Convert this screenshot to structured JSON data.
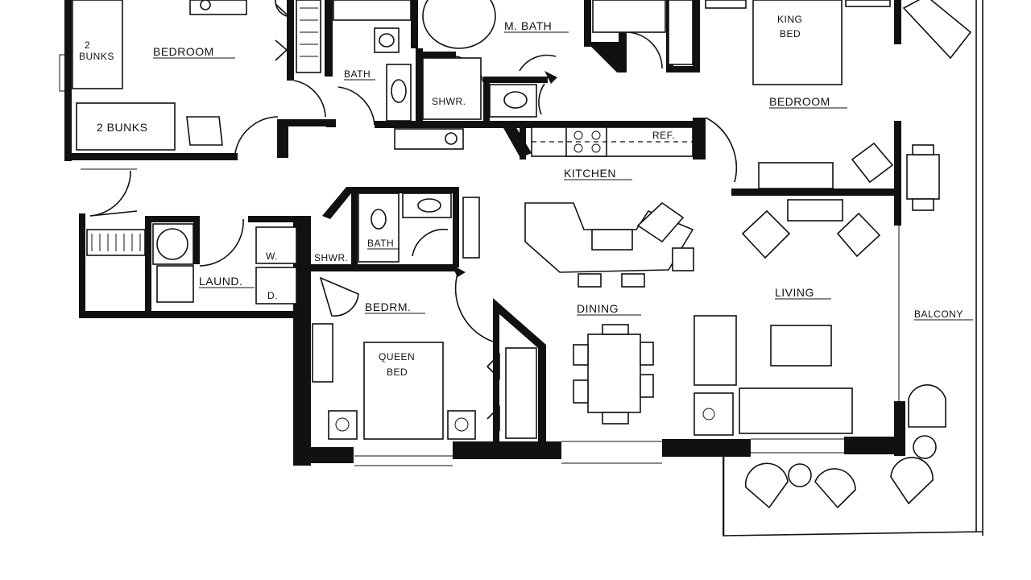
{
  "rooms": {
    "bedroom_bunks": "BEDROOM",
    "bunks_upper": "2\nBUNKS",
    "bunks_lower": "2 BUNKS",
    "bath_top": "BATH",
    "master_bath": "M. BATH",
    "shower_top": "SHWR.",
    "kitchen": "KITCHEN",
    "refrigerator": "REF.",
    "king_bed": "KING\nBED",
    "bedroom_king": "BEDROOM",
    "laundry": "LAUND.",
    "washer": "W.",
    "dryer": "D.",
    "shower_mid": "SHWR.",
    "bath_mid": "BATH",
    "bedroom_queen": "BEDRM.",
    "queen_bed": "QUEEN\nBED",
    "dining": "DINING",
    "living": "LIVING",
    "balcony": "BALCONY"
  }
}
